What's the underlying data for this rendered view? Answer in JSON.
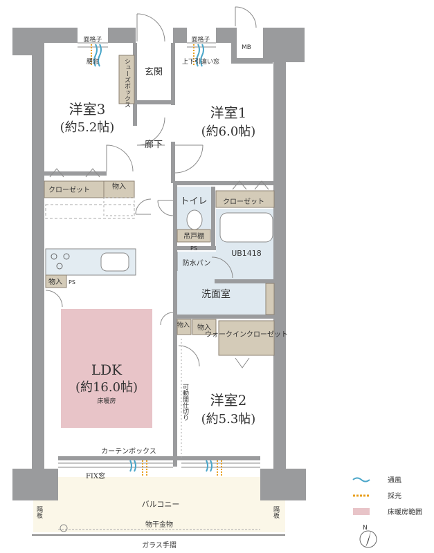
{
  "rooms": {
    "western3": {
      "name": "洋室3",
      "size": "(約5.2帖)"
    },
    "western1": {
      "name": "洋室1",
      "size": "(約6.0帖)"
    },
    "western2": {
      "name": "洋室2",
      "size": "(約5.3帖)"
    },
    "ldk": {
      "name": "LDK",
      "size": "(約16.0帖)",
      "note": "床暖房"
    },
    "entrance": "玄関",
    "hallway": "廊下",
    "toilet": "トイレ",
    "washroom": "洗面室",
    "bath": "UB1418",
    "balcony": "バルコニー"
  },
  "labels": {
    "shoe_box": "シューズボックス",
    "closet": "クローゼット",
    "storage": "物入",
    "hanging_shelf": "吊戸棚",
    "ps": "PS",
    "mb": "MB",
    "waterproof_pan": "防水パン",
    "walk_in_closet": "ウォークインクローゼット",
    "movable_partition": "可動間仕切り",
    "curtain_box": "カーテンボックス",
    "fix_window": "FIX窓",
    "lattice": "面格子",
    "waist_window": "腰窓",
    "double_hung": "上下引違い窓",
    "partition_board": "隔板",
    "drying_fixture": "物干金物",
    "glass_railing": "ガラス手摺"
  },
  "legend": [
    {
      "label": "通風",
      "color": "#4aa6c9"
    },
    {
      "label": "採光",
      "color": "#e8a020"
    },
    {
      "label": "床暖房範囲",
      "color": "#e8c4c8"
    }
  ],
  "compass": "N",
  "colors": {
    "wall": "#9a9b9d",
    "closet": "#d4cbb8",
    "wet_area": "#dfe9f0",
    "floor_heating": "#e8c4c8",
    "balcony": "#fbf7e8"
  }
}
